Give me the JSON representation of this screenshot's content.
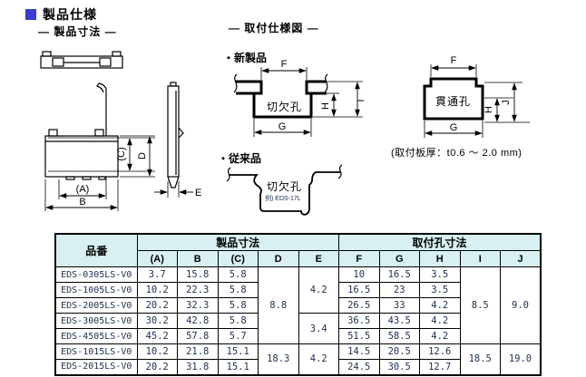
{
  "page": {
    "title": "製品仕様",
    "section_left": "— 製品寸法 —",
    "section_right": "— 取付仕様図 —",
    "accent_color": "#3a3ad0"
  },
  "diagrams": {
    "product": {
      "dim_a": "(A)",
      "dim_b": "B",
      "dim_c": "(C)",
      "dim_d": "D",
      "dim_e": "E"
    },
    "new_product": {
      "label": "・新製品",
      "hole": "切欠孔",
      "dim_f": "F",
      "dim_g": "G",
      "dim_h": "H",
      "dim_i": "I"
    },
    "through": {
      "hole": "貫通孔",
      "dim_f": "F",
      "dim_g": "G",
      "dim_h": "H",
      "dim_j": "J",
      "note": "(取付板厚：t0.6 ～ 2.0 mm)"
    },
    "conventional": {
      "label": "・従来品",
      "hole": "切欠孔",
      "example": "例) EDS-17L"
    }
  },
  "table": {
    "header": {
      "part_no": "品番",
      "group_product": "製品寸法",
      "group_mount": "取付孔寸法",
      "cols": [
        "(A)",
        "B",
        "(C)",
        "D",
        "E",
        "F",
        "G",
        "H",
        "I",
        "J"
      ]
    },
    "rows": [
      {
        "part": "EDS-0305LS-V0",
        "a": "3.7",
        "b": "15.8",
        "c": "5.8",
        "f": "10",
        "g": "16.5",
        "h": "3.5"
      },
      {
        "part": "EDS-1005LS-V0",
        "a": "10.2",
        "b": "22.3",
        "c": "5.8",
        "f": "16.5",
        "g": "23",
        "h": "3.5"
      },
      {
        "part": "EDS-2005LS-V0",
        "a": "20.2",
        "b": "32.3",
        "c": "5.8",
        "f": "26.5",
        "g": "33",
        "h": "4.2"
      },
      {
        "part": "EDS-3005LS-V0",
        "a": "30.2",
        "b": "42.8",
        "c": "5.8",
        "f": "36.5",
        "g": "43.5",
        "h": "4.2"
      },
      {
        "part": "EDS-4505LS-V0",
        "a": "45.2",
        "b": "57.8",
        "c": "5.7",
        "f": "51.5",
        "g": "58.5",
        "h": "4.2"
      },
      {
        "part": "EDS-1015LS-V0",
        "a": "10.2",
        "b": "21.8",
        "c": "15.1",
        "f": "14.5",
        "g": "20.5",
        "h": "12.6"
      },
      {
        "part": "EDS-2015LS-V0",
        "a": "20.2",
        "b": "31.8",
        "c": "15.1",
        "f": "24.5",
        "g": "30.5",
        "h": "12.7"
      }
    ],
    "spans": {
      "d": [
        "8.8",
        "18.3"
      ],
      "e": [
        "4.2",
        "3.4",
        "4.2"
      ],
      "i": [
        "8.5",
        "18.5"
      ],
      "j": [
        "9.0",
        "19.0"
      ]
    },
    "header_bg": "#d8f0f2",
    "value_color": "#1c2f52"
  }
}
